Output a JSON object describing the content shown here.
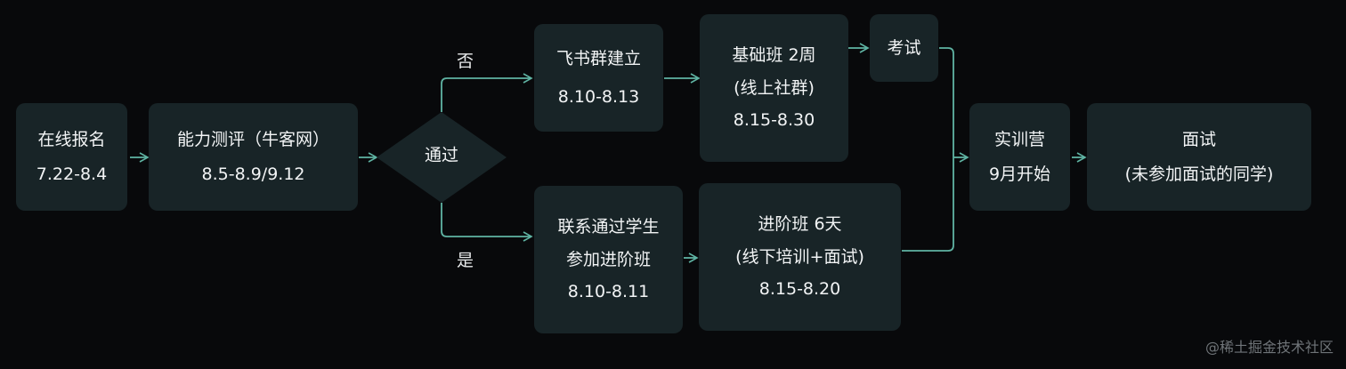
{
  "nodes": {
    "signup": [
      "在线报名",
      "7.22-8.4"
    ],
    "assessment": [
      "能力测评（牛客网）",
      "8.5-8.9/9.12"
    ],
    "decision": "通过",
    "feishu": [
      "飞书群建立",
      "8.10-8.13"
    ],
    "basic_class": [
      "基础班 2周",
      "(线上社群)",
      "8.15-8.30"
    ],
    "exam": "考试",
    "contact": [
      "联系通过学生",
      "参加进阶班",
      "8.10-8.11"
    ],
    "advanced_class": [
      "进阶班 6天",
      "(线下培训+面试)",
      "8.15-8.20"
    ],
    "camp": [
      "实训营",
      "9月开始"
    ],
    "interview": [
      "面试",
      "(未参加面试的同学)"
    ]
  },
  "edges": {
    "no_label": "否",
    "yes_label": "是"
  },
  "watermark": "@稀土掘金技术社区",
  "colors": {
    "background": "#08090b",
    "node": "#182427",
    "text": "#f2f4f5",
    "edge": "#5fb3a3"
  }
}
